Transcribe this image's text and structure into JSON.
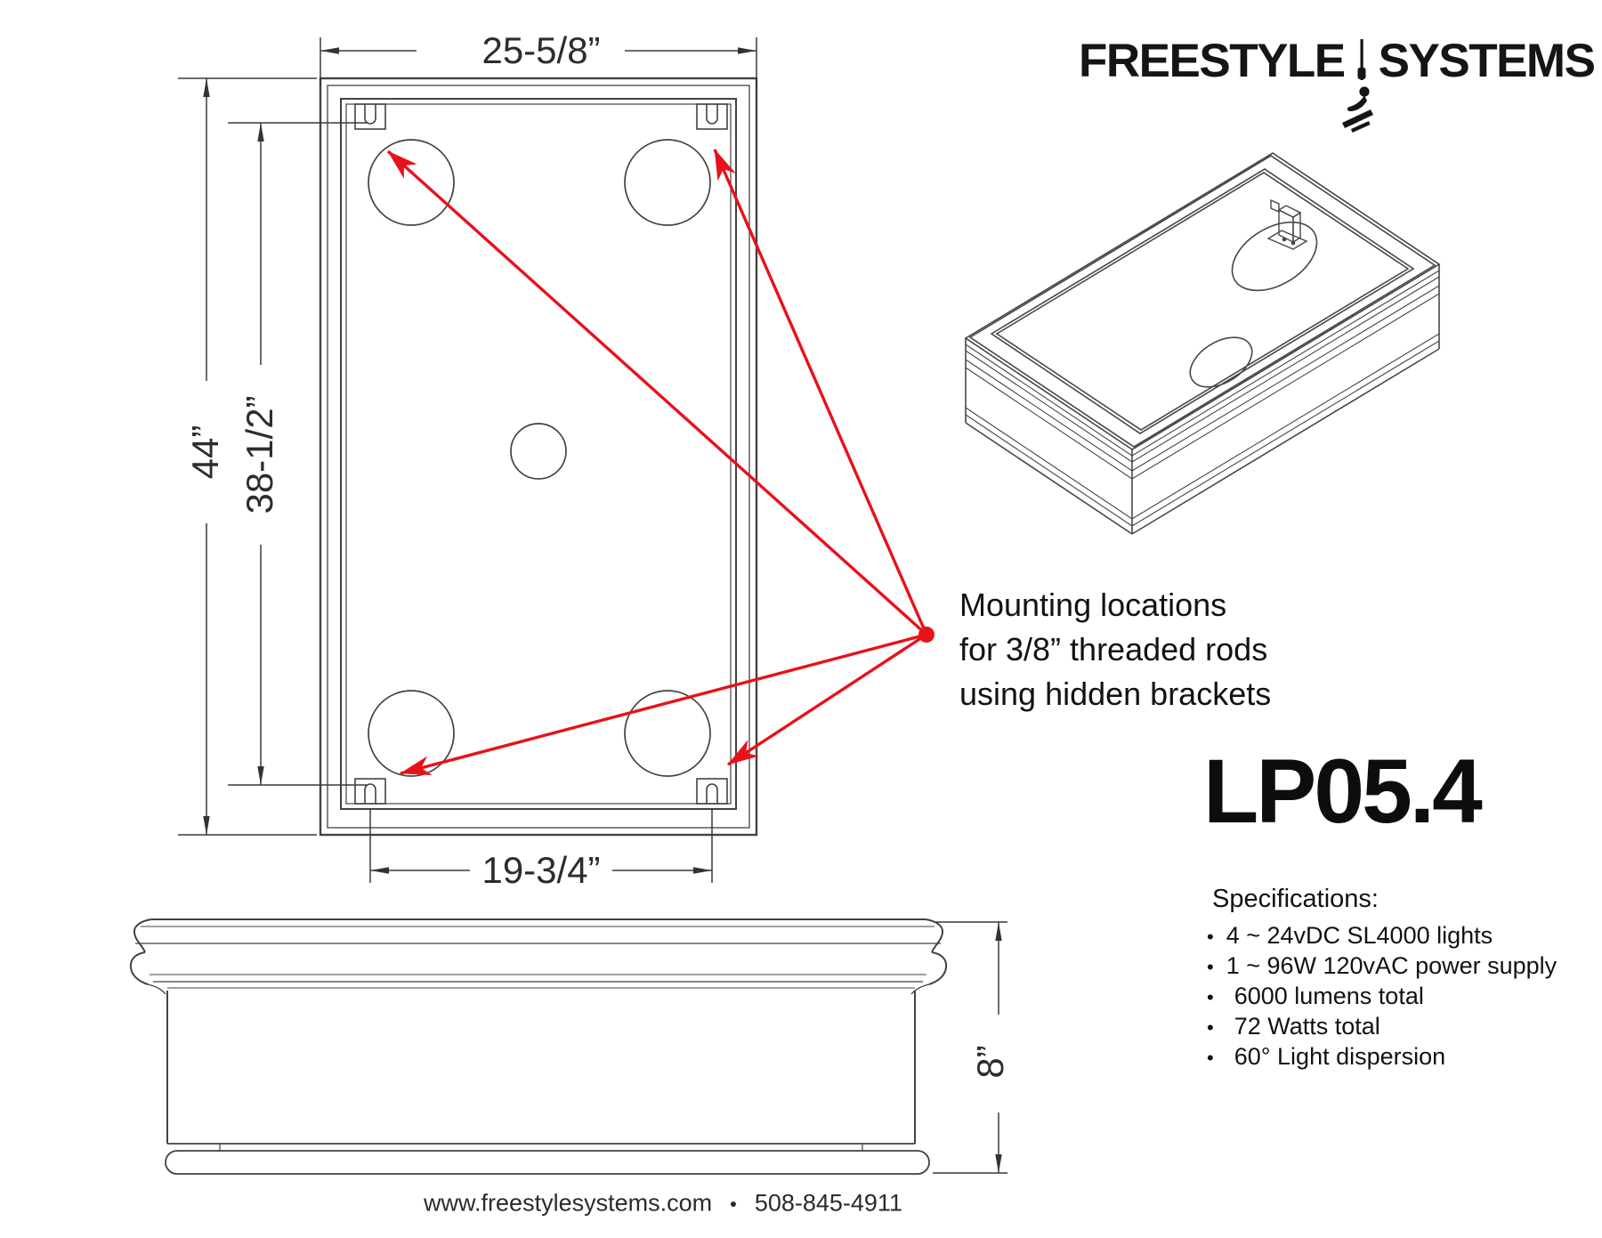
{
  "brand": {
    "name_left": "FREESTYLE",
    "name_right": "SYSTEMS",
    "skier_icon": "skier-on-rope-icon"
  },
  "model_number": "LP05.4",
  "plan_view": {
    "dim_overall_width": "25-5/8”",
    "dim_overall_height": "44”",
    "dim_mount_height": "38-1/2”",
    "dim_mount_width": "19-3/4”"
  },
  "side_view": {
    "dim_height": "8”"
  },
  "note": {
    "line1": "Mounting locations",
    "line2": "for 3/8”  threaded rods",
    "line3": "using hidden brackets"
  },
  "specifications": {
    "heading": "Specifications:",
    "bullet": "•",
    "items": [
      "4 ~ 24vDC SL4000 lights",
      "1 ~ 96W 120vAC power supply",
      "6000 lumens total",
      "72 Watts total",
      "60° Light dispersion"
    ]
  },
  "footer": {
    "website": "www.freestylesystems.com",
    "separator": "•",
    "phone": "508-845-4911"
  },
  "colors": {
    "line": "#424242",
    "accent_red": "#e8111a",
    "text": "#231f20"
  }
}
